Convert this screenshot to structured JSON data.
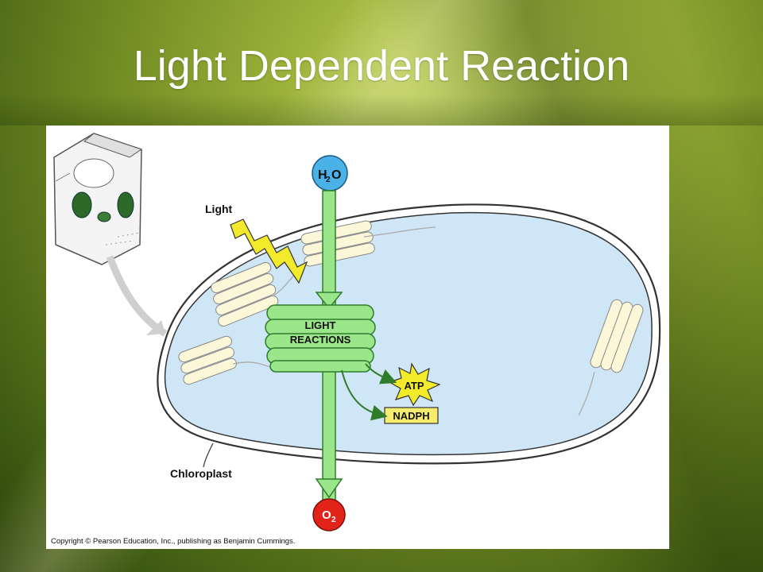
{
  "slide": {
    "title": "Light Dependent Reaction"
  },
  "diagram": {
    "light_label": "Light",
    "reaction_line1": "LIGHT",
    "reaction_line2": "REACTIONS",
    "input_label": "H",
    "input_sub": "2",
    "input_label_tail": "O",
    "output_label": "O",
    "output_sub": "2",
    "product1": "ATP",
    "product2": "NADPH",
    "organelle_label": "Chloroplast",
    "copyright": "Copyright © Pearson Education, Inc., publishing as Benjamin Cummings."
  },
  "colors": {
    "stroma": "#cfe6f6",
    "grana": "#9be58a",
    "molecule_blue": "#4ab2e6",
    "molecule_red": "#e2231a",
    "lightning": "#f2ea2a",
    "product_box": "#f6ec6e"
  }
}
